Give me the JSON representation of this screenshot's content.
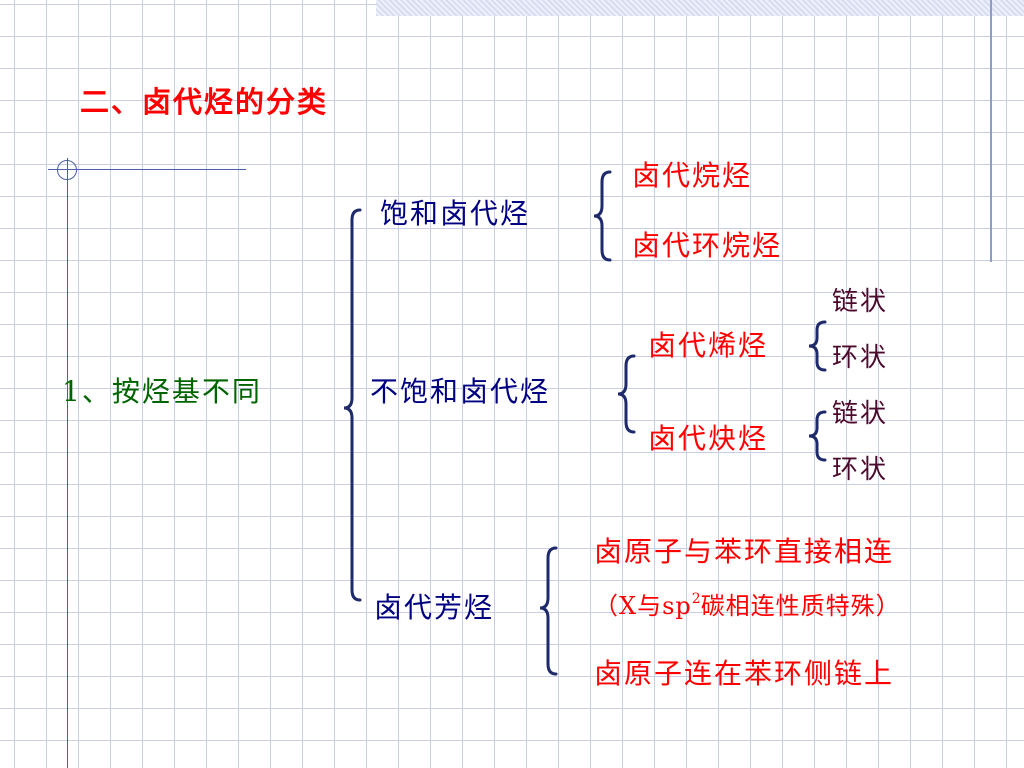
{
  "slide": {
    "title": "二、卤代烃的分类",
    "classification_label": "1、按烃基不同",
    "saturated": {
      "label": "饱和卤代烃",
      "items": [
        "卤代烷烃",
        "卤代环烷烃"
      ]
    },
    "unsaturated": {
      "label": "不饱和卤代烃",
      "alkene": {
        "label": "卤代烯烃",
        "items": [
          "链状",
          "环状"
        ]
      },
      "alkyne": {
        "label": "卤代炔烃",
        "items": [
          "链状",
          "环状"
        ]
      }
    },
    "aromatic": {
      "label": "卤代芳烃",
      "item1": "卤原子与苯环直接相连",
      "note_prefix": "（X与sp",
      "note_sup": "2",
      "note_suffix": "碳相连性质特殊）",
      "item2": "卤原子连在苯环侧链上"
    }
  },
  "colors": {
    "title": "#ff0000",
    "green_label": "#006400",
    "navy_label": "#000080",
    "red_item": "#ff0000",
    "maroon_item": "#4b0a2c",
    "bracket": "#1f2a6b"
  }
}
